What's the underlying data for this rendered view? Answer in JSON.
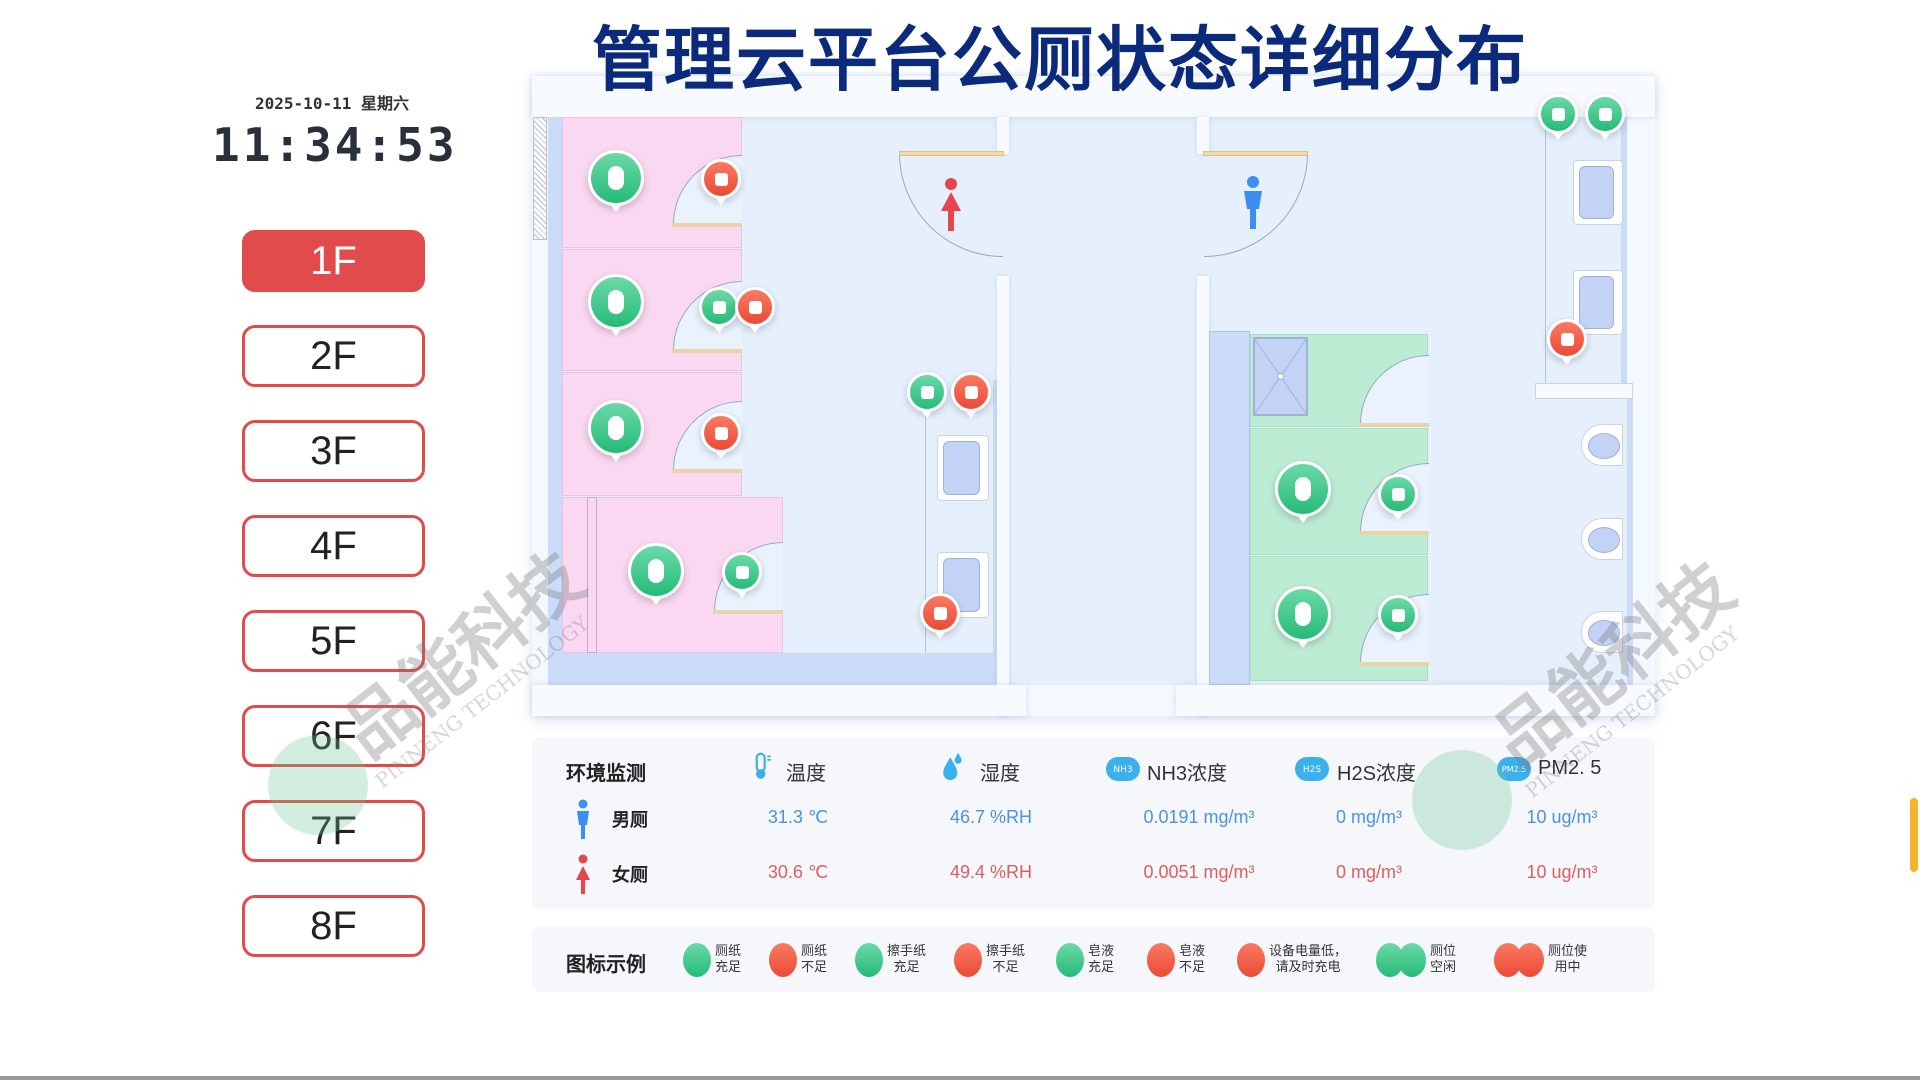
{
  "title": "管理云平台公厕状态详细分布",
  "clock": {
    "date": "2025-10-11 星期六",
    "time": "11:34:53"
  },
  "floors": [
    {
      "label": "1F",
      "active": true
    },
    {
      "label": "2F",
      "active": false
    },
    {
      "label": "3F",
      "active": false
    },
    {
      "label": "4F",
      "active": false
    },
    {
      "label": "5F",
      "active": false
    },
    {
      "label": "6F",
      "active": false
    },
    {
      "label": "7F",
      "active": false
    },
    {
      "label": "8F",
      "active": false
    }
  ],
  "plan": {
    "markers": [
      {
        "type": "squat-toilet",
        "status": "ok"
      },
      {
        "type": "squat-toilet",
        "status": "ok"
      },
      {
        "type": "squat-toilet",
        "status": "ok"
      },
      {
        "type": "seat-toilet",
        "status": "ok"
      },
      {
        "type": "toilet-paper",
        "status": "bad"
      },
      {
        "type": "toilet-paper",
        "status": "ok"
      },
      {
        "type": "battery",
        "status": "bad"
      },
      {
        "type": "toilet-paper",
        "status": "bad"
      },
      {
        "type": "toilet-paper",
        "status": "ok"
      },
      {
        "type": "hand-towel",
        "status": "ok"
      },
      {
        "type": "soap",
        "status": "bad"
      },
      {
        "type": "soap",
        "status": "bad"
      },
      {
        "type": "squat-toilet",
        "status": "ok"
      },
      {
        "type": "squat-toilet",
        "status": "ok"
      },
      {
        "type": "toilet-paper",
        "status": "ok"
      },
      {
        "type": "toilet-paper",
        "status": "ok"
      },
      {
        "type": "hand-towel",
        "status": "ok"
      },
      {
        "type": "soap",
        "status": "ok"
      },
      {
        "type": "soap",
        "status": "bad"
      }
    ]
  },
  "env": {
    "heading": "环境监测",
    "columns": [
      "温度",
      "湿度",
      "NH3浓度",
      "H2S浓度",
      "PM2. 5"
    ],
    "rows": [
      {
        "label": "男厕",
        "values": [
          "31.3 ℃",
          "46.7 %RH",
          "0.0191 mg/m³",
          "0 mg/m³",
          "10 ug/m³"
        ]
      },
      {
        "label": "女厕",
        "values": [
          "30.6 ℃",
          "49.4 %RH",
          "0.0051 mg/m³",
          "0 mg/m³",
          "10 ug/m³"
        ]
      }
    ],
    "icon_texts": {
      "nh3": "NH3",
      "h2s": "H2S",
      "pm": "PM2.5"
    }
  },
  "legend": {
    "heading": "图标示例",
    "items": [
      {
        "l1": "厕纸",
        "l2": "充足",
        "status": "ok"
      },
      {
        "l1": "厕纸",
        "l2": "不足",
        "status": "bad"
      },
      {
        "l1": "擦手纸",
        "l2": "充足",
        "status": "ok"
      },
      {
        "l1": "擦手纸",
        "l2": "不足",
        "status": "bad"
      },
      {
        "l1": "皂液",
        "l2": "充足",
        "status": "ok"
      },
      {
        "l1": "皂液",
        "l2": "不足",
        "status": "bad"
      },
      {
        "l1": "设备电量低，",
        "l2": "请及时充电",
        "status": "bad"
      },
      {
        "l1": "厕位",
        "l2": "空闲",
        "status": "ok"
      },
      {
        "l1": "厕位使",
        "l2": "用中",
        "status": "bad"
      }
    ]
  },
  "watermark": {
    "cn": "品能科技",
    "en": "PINNENG TECHNOLOGY"
  },
  "colors": {
    "accent_red": "#e14b4b",
    "ok_green": "#25bb78",
    "bad_red": "#ea4a36",
    "male_blue": "#4b92e4",
    "female_red": "#e05d5d",
    "title_navy": "#0c2a7c"
  }
}
